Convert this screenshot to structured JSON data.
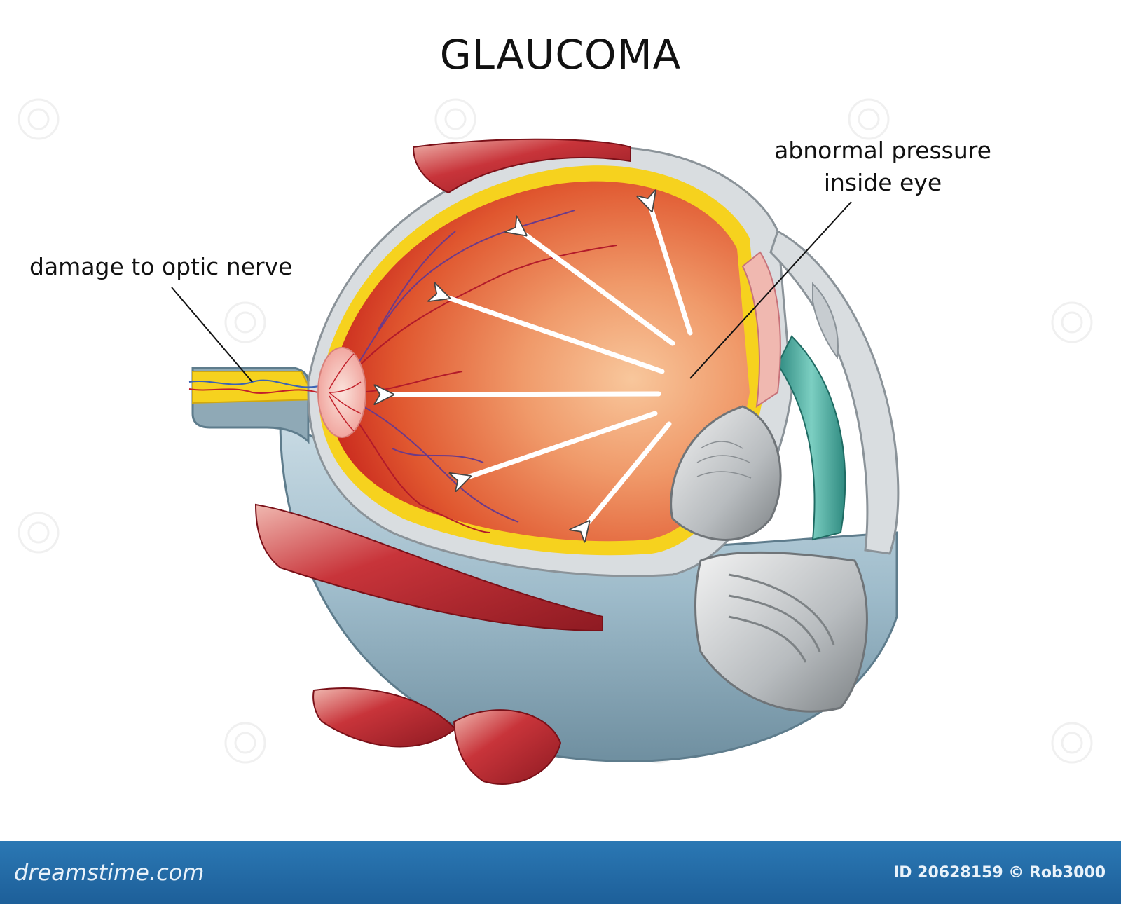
{
  "title": "GLAUCOMA",
  "labels": {
    "optic_nerve": "damage to optic nerve",
    "pressure_line1": "abnormal pressure",
    "pressure_line2": "inside eye"
  },
  "footer": {
    "brand": "dreamstime.com",
    "credit": "ID 20628159 © Rob3000"
  },
  "colors": {
    "vitreous": "#e2603c",
    "retina_yellow": "#f6d21e",
    "sclera": "#d9dde0",
    "outer_blue": "#a9c4d2",
    "muscle": "#c8343a",
    "ciliary_teal": "#4aa89c",
    "footer_blue": "#2270ab"
  }
}
